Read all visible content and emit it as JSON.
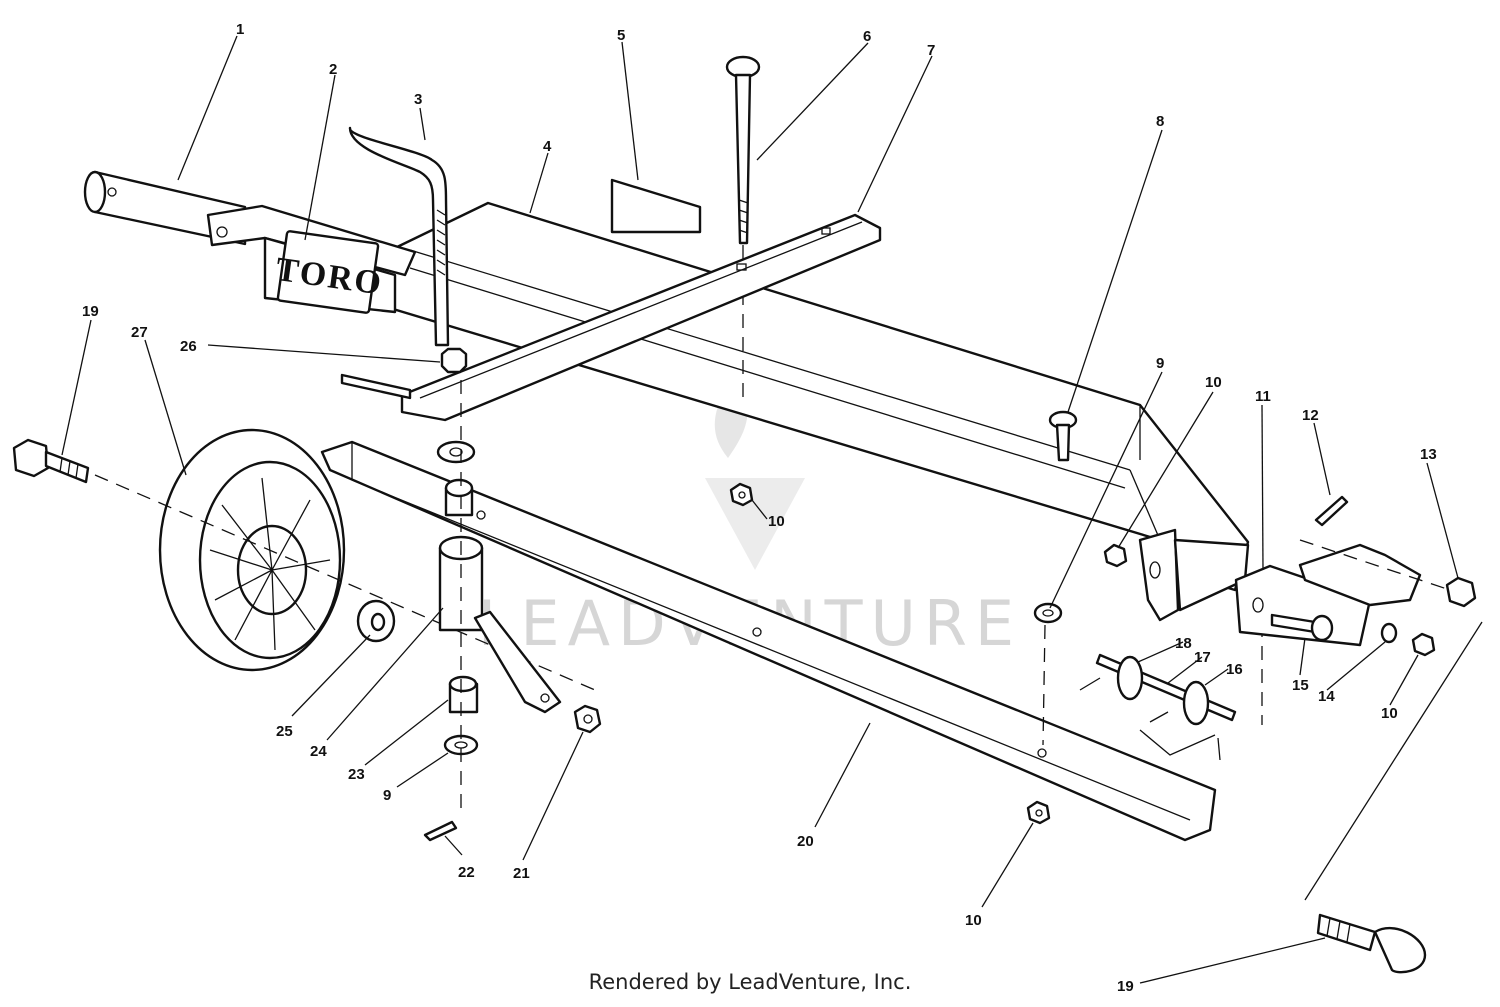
{
  "watermark": "LEADVENTURE",
  "badge_text": "TORO",
  "footer": "Rendered by LeadVenture, Inc.",
  "callouts": [
    {
      "id": "1",
      "label": "1"
    },
    {
      "id": "2",
      "label": "2"
    },
    {
      "id": "3",
      "label": "3"
    },
    {
      "id": "4",
      "label": "4"
    },
    {
      "id": "5",
      "label": "5"
    },
    {
      "id": "6",
      "label": "6"
    },
    {
      "id": "7",
      "label": "7"
    },
    {
      "id": "8",
      "label": "8"
    },
    {
      "id": "9a",
      "label": "9"
    },
    {
      "id": "10a",
      "label": "10"
    },
    {
      "id": "11",
      "label": "11"
    },
    {
      "id": "12",
      "label": "12"
    },
    {
      "id": "13",
      "label": "13"
    },
    {
      "id": "19a",
      "label": "19"
    },
    {
      "id": "27",
      "label": "27"
    },
    {
      "id": "26",
      "label": "26"
    },
    {
      "id": "10b",
      "label": "10"
    },
    {
      "id": "18",
      "label": "18"
    },
    {
      "id": "17",
      "label": "17"
    },
    {
      "id": "16",
      "label": "16"
    },
    {
      "id": "15",
      "label": "15"
    },
    {
      "id": "14",
      "label": "14"
    },
    {
      "id": "10c",
      "label": "10"
    },
    {
      "id": "25",
      "label": "25"
    },
    {
      "id": "24",
      "label": "24"
    },
    {
      "id": "23",
      "label": "23"
    },
    {
      "id": "9b",
      "label": "9"
    },
    {
      "id": "22",
      "label": "22"
    },
    {
      "id": "21",
      "label": "21"
    },
    {
      "id": "20",
      "label": "20"
    },
    {
      "id": "10d",
      "label": "10"
    },
    {
      "id": "19b",
      "label": "19"
    }
  ]
}
